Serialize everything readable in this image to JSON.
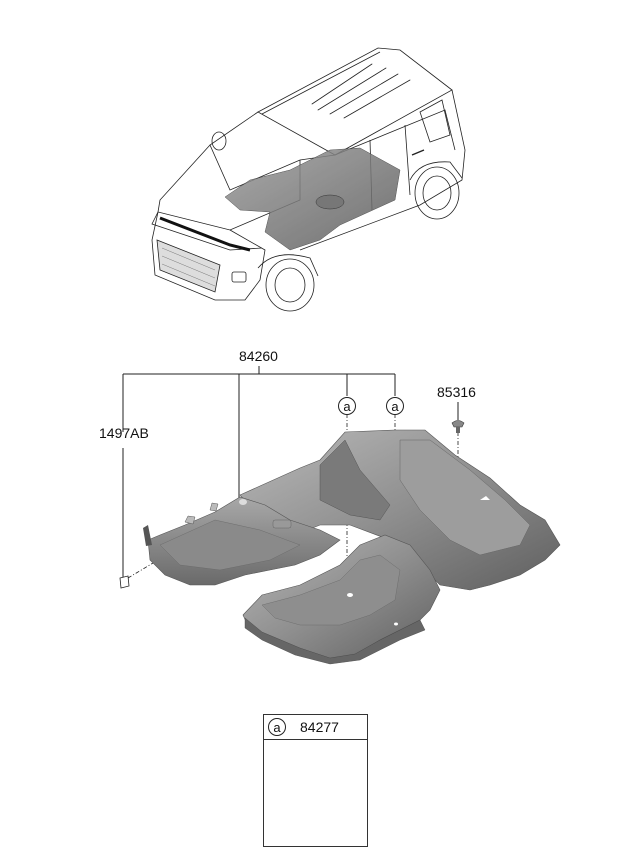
{
  "diagram": {
    "type": "exploded parts diagram",
    "subject": "Floor covering / carpet assembly",
    "top_illustration": "vehicle-overview-with-floor-carpet-highlighted",
    "parts": [
      {
        "id": "84260",
        "label": "84260",
        "description": "floor carpet assembly"
      },
      {
        "id": "1497AB",
        "label": "1497AB",
        "description": "tag/label clip"
      },
      {
        "id": "85316",
        "label": "85316",
        "description": "push clip fastener"
      },
      {
        "id": "84277",
        "label": "84277",
        "description": "carpet fastener (ref a)"
      }
    ],
    "callouts": [
      {
        "symbol": "a"
      },
      {
        "symbol": "a"
      }
    ],
    "legend": {
      "symbol": "a",
      "part_number": "84277"
    }
  },
  "colors": {
    "line": "#222222",
    "part_fill": "#8a8a8a",
    "part_dark": "#5e5e5e",
    "part_light": "#b5b5b5"
  }
}
